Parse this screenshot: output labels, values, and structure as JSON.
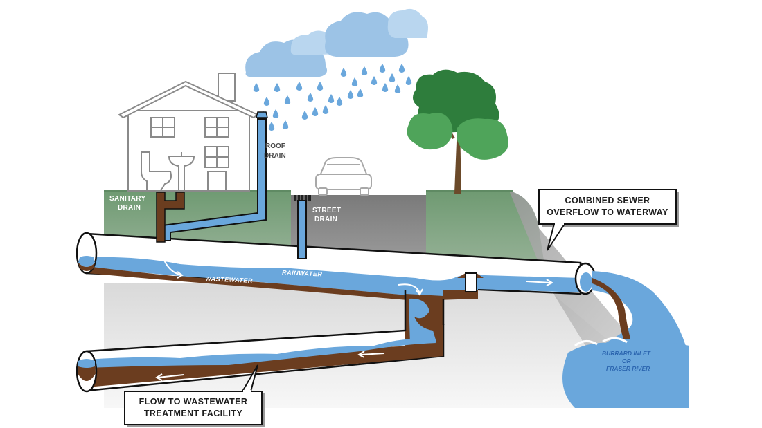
{
  "labels": {
    "roof_drain_1": "ROOF",
    "roof_drain_2": "DRAIN",
    "sanitary_drain_1": "SANITARY",
    "sanitary_drain_2": "DRAIN",
    "street_drain_1": "STREET",
    "street_drain_2": "DRAIN",
    "wastewater": "WASTEWATER",
    "rainwater": "RAINWATER",
    "overflow_1": "COMBINED SEWER",
    "overflow_2": "OVERFLOW TO WATERWAY",
    "treatment_1": "FLOW TO WASTEWATER",
    "treatment_2": "TREATMENT FACILITY",
    "waterway_1": "BURRARD INLET",
    "waterway_2": "OR",
    "waterway_3": "FRASER RIVER"
  },
  "colors": {
    "water": "#6aa7dc",
    "wastewater": "#6b3d1f",
    "ground_green": "#7f9e7f",
    "street_gray": "#8a8a8a",
    "tree_dark": "#2e7d3c",
    "tree_light": "#4fa45a",
    "pipe_outline": "#111111"
  }
}
